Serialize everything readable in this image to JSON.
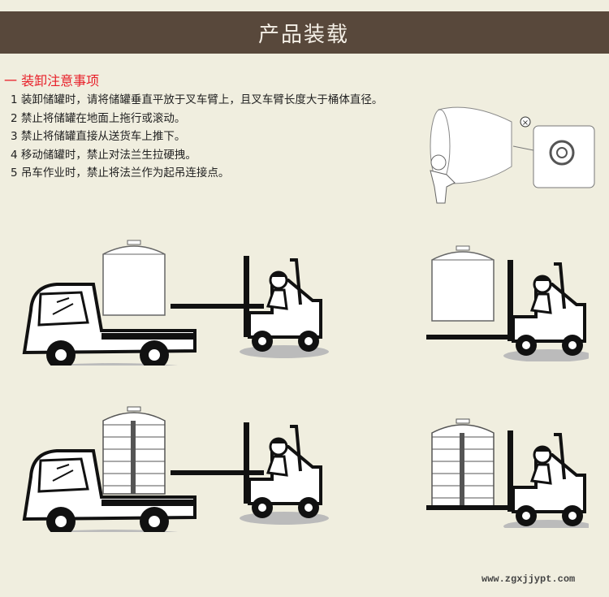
{
  "header": {
    "title": "产品装载"
  },
  "section": {
    "title": "一  装卸注意事项"
  },
  "notes": [
    "1 装卸储罐时，请将储罐垂直平放于叉车臂上，且叉车臂长度大于桶体直径。",
    "2 禁止将储罐在地面上拖行或滚动。",
    "3 禁止将储罐直接从送货车上推下。",
    "4 移动储罐时，禁止对法兰生拉硬拽。",
    "5 吊车作业时，禁止将法兰作为起吊连接点。"
  ],
  "warning_mark": "×",
  "watermark": "www.zgxjjypt.com"
}
